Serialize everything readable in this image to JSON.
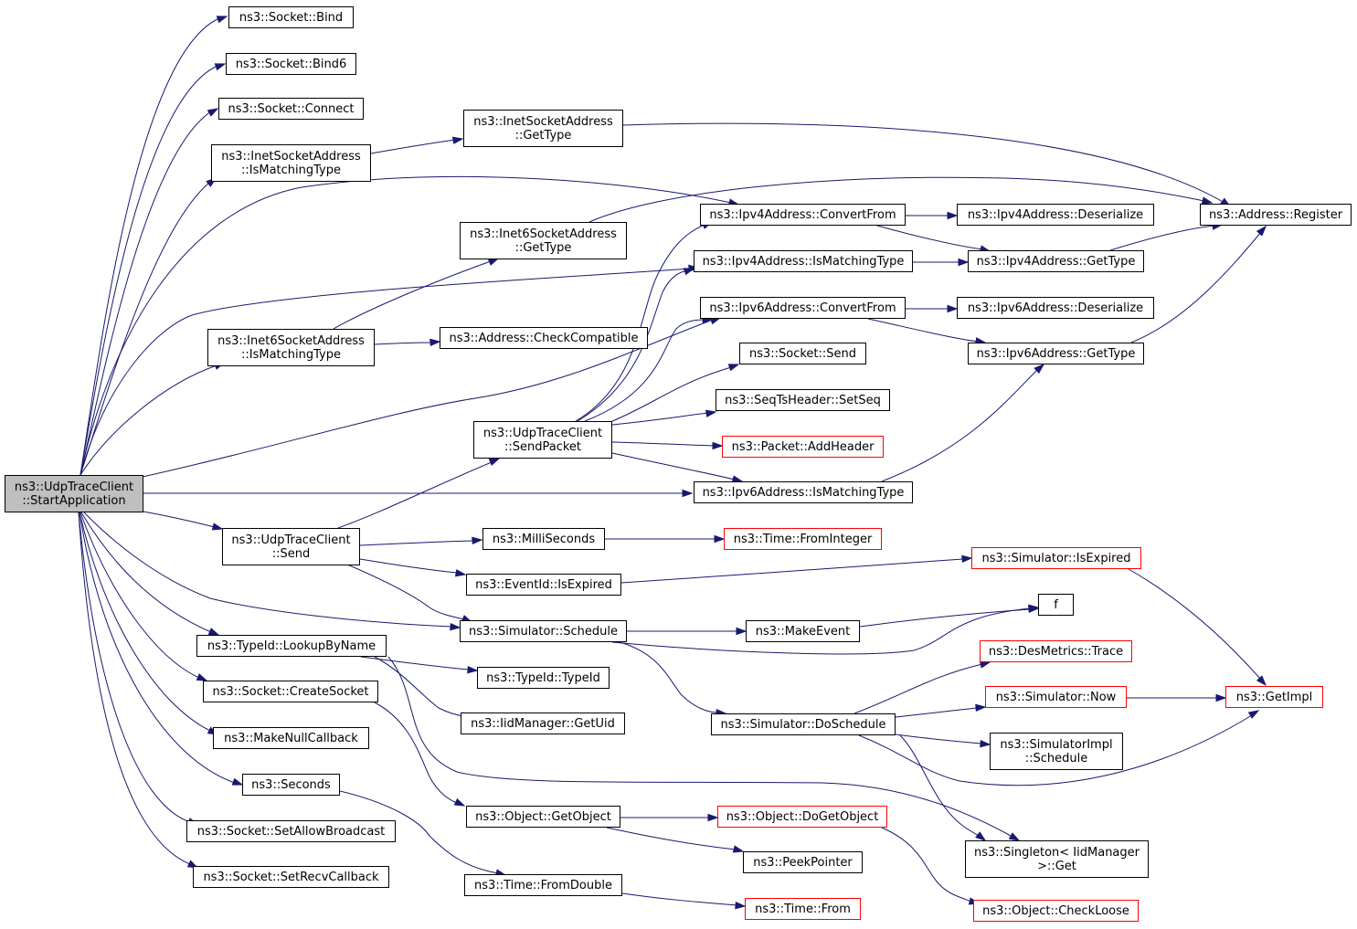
{
  "graph": {
    "root": {
      "line1": "ns3::UdpTraceClient",
      "line2": "::StartApplication"
    },
    "nodes": {
      "socket_bind": "ns3::Socket::Bind",
      "socket_bind6": "ns3::Socket::Bind6",
      "socket_connect": "ns3::Socket::Connect",
      "inet_is_matching": {
        "line1": "ns3::InetSocketAddress",
        "line2": "::IsMatchingType"
      },
      "inet_get_type": {
        "line1": "ns3::InetSocketAddress",
        "line2": "::GetType"
      },
      "inet6_get_type": {
        "line1": "ns3::Inet6SocketAddress",
        "line2": "::GetType"
      },
      "inet6_is_matching": {
        "line1": "ns3::Inet6SocketAddress",
        "line2": "::IsMatchingType"
      },
      "address_check_compatible": "ns3::Address::CheckCompatible",
      "ipv4_convert_from": "ns3::Ipv4Address::ConvertFrom",
      "ipv4_is_matching": "ns3::Ipv4Address::IsMatchingType",
      "ipv6_convert_from": "ns3::Ipv6Address::ConvertFrom",
      "ipv4_deserialize": "ns3::Ipv4Address::Deserialize",
      "ipv4_get_type": "ns3::Ipv4Address::GetType",
      "ipv6_deserialize": "ns3::Ipv6Address::Deserialize",
      "ipv6_get_type": "ns3::Ipv6Address::GetType",
      "address_register": "ns3::Address::Register",
      "socket_send": "ns3::Socket::Send",
      "seqts_set_seq": "ns3::SeqTsHeader::SetSeq",
      "send_packet": {
        "line1": "ns3::UdpTraceClient",
        "line2": "::SendPacket"
      },
      "packet_add_header": "ns3::Packet::AddHeader",
      "ipv6_is_matching": "ns3::Ipv6Address::IsMatchingType",
      "udp_send": {
        "line1": "ns3::UdpTraceClient",
        "line2": "::Send"
      },
      "milliseconds": "ns3::MilliSeconds",
      "time_from_integer": "ns3::Time::FromInteger",
      "eventid_is_expired": "ns3::EventId::IsExpired",
      "simulator_is_expired": "ns3::Simulator::IsExpired",
      "f": "f",
      "simulator_schedule": "ns3::Simulator::Schedule",
      "make_event": "ns3::MakeEvent",
      "typeid_lookup": "ns3::TypeId::LookupByName",
      "typeid_typeid": "ns3::TypeId::TypeId",
      "des_metrics_trace": "ns3::DesMetrics::Trace",
      "iid_get_uid": "ns3::IidManager::GetUid",
      "socket_create": "ns3::Socket::CreateSocket",
      "simulator_now": "ns3::Simulator::Now",
      "get_impl": "ns3::GetImpl",
      "simulator_do_schedule": "ns3::Simulator::DoSchedule",
      "simimpl_schedule": {
        "line1": "ns3::SimulatorImpl",
        "line2": "::Schedule"
      },
      "make_null_callback": "ns3::MakeNullCallback",
      "seconds": "ns3::Seconds",
      "object_get_object": "ns3::Object::GetObject",
      "object_do_get_object": "ns3::Object::DoGetObject",
      "socket_set_allow_broadcast": "ns3::Socket::SetAllowBroadcast",
      "peek_pointer": "ns3::PeekPointer",
      "singleton_get": {
        "line1": "ns3::Singleton< IidManager",
        "line2": " >::Get"
      },
      "socket_set_recv_callback": "ns3::Socket::SetRecvCallback",
      "time_from_double": "ns3::Time::FromDouble",
      "time_from": "ns3::Time::From",
      "object_check_loose": "ns3::Object::CheckLoose"
    }
  },
  "colors": {
    "edge": "#191970",
    "border": "#000000",
    "truncated_border": "#ff0000",
    "root_fill": "#bfbfbf"
  }
}
